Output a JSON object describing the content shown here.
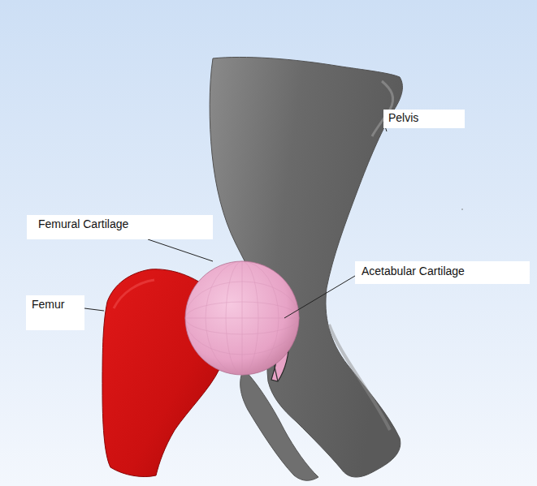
{
  "diagram": {
    "nodes": [
      {
        "text": [
          "Pelvis"
        ]
      },
      {
        "text": [
          "Femural Cartilage"
        ]
      },
      {
        "text": [
          "Acetabular Cartilage"
        ]
      },
      {
        "text": [
          "Femur"
        ]
      }
    ]
  }
}
